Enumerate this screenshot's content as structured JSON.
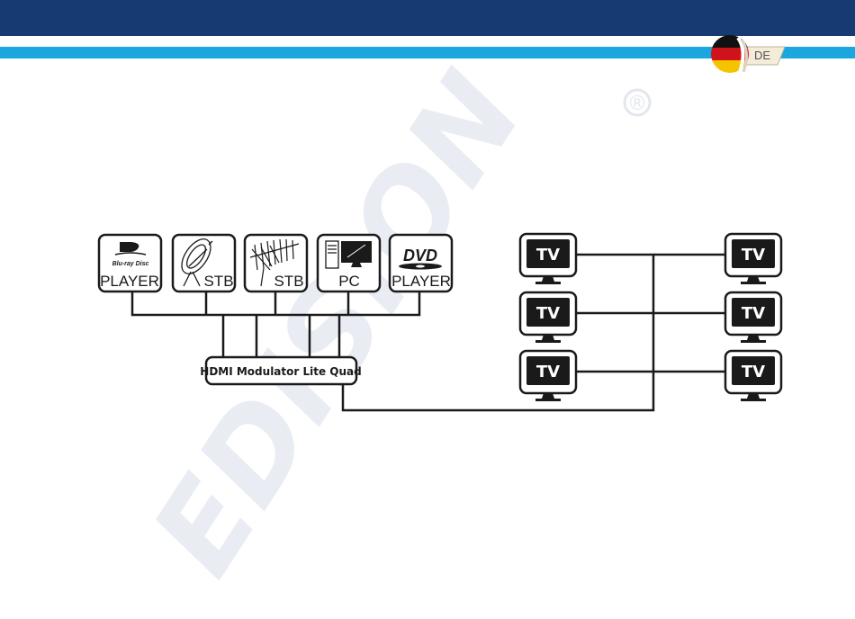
{
  "header": {
    "language": "DE",
    "colors": {
      "navy": "#173a73",
      "cyan": "#1aa7e0"
    }
  },
  "watermark": {
    "brand": "EDISION",
    "registered": "®"
  },
  "diagram": {
    "sources": [
      {
        "label": "PLAYER",
        "brand": "Blu-ray Disc",
        "icon": "bluray-icon"
      },
      {
        "label": "STB",
        "icon": "satellite-dish-icon"
      },
      {
        "label": "STB",
        "icon": "antenna-icon"
      },
      {
        "label": "PC",
        "icon": "computer-icon"
      },
      {
        "label": "PLAYER",
        "brand": "DVD",
        "icon": "dvd-icon"
      }
    ],
    "modulator": {
      "label": "HDMI Modulator Lite Quad"
    },
    "tvs": [
      "TV",
      "TV",
      "TV",
      "TV",
      "TV",
      "TV"
    ]
  }
}
